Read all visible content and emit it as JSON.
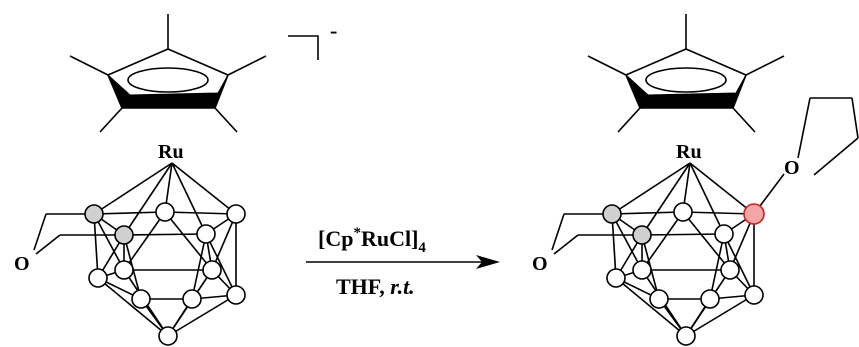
{
  "reactant": {
    "metal_label": "Ru",
    "oxygen_label": "O",
    "charge_label": "-"
  },
  "reaction": {
    "reagent_main": "[Cp",
    "reagent_sup": "*",
    "reagent_rest": "RuCl]",
    "reagent_sub": "4",
    "condition_solvent": "THF, ",
    "condition_temp": "r.t."
  },
  "product": {
    "metal_label": "Ru",
    "oxygen_label": "O",
    "thf_oxygen_label": "O"
  },
  "colors": {
    "boron_vertex": "#ffffff",
    "carbon_vertex": "#d0d0d0",
    "substituted_boron": "#f4a6a6",
    "substituted_boron_stroke": "#cc2222",
    "arrow": "#000000"
  }
}
